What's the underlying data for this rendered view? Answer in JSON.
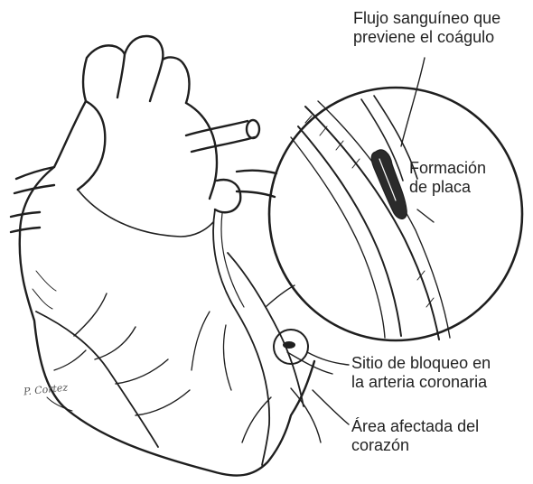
{
  "labels": {
    "flow_line1": "Flujo sanguíneo que",
    "flow_line2": "previene el coágulo",
    "plaque_line1": "Formación",
    "plaque_line2": "de placa",
    "block_line1": "Sitio de bloqueo en",
    "block_line2": "la arteria coronaria",
    "area_line1": "Área afectada del",
    "area_line2": "corazón"
  },
  "signature": "P. Cortez",
  "colors": {
    "ink": "#1f1f1f",
    "paper": "#ffffff"
  }
}
